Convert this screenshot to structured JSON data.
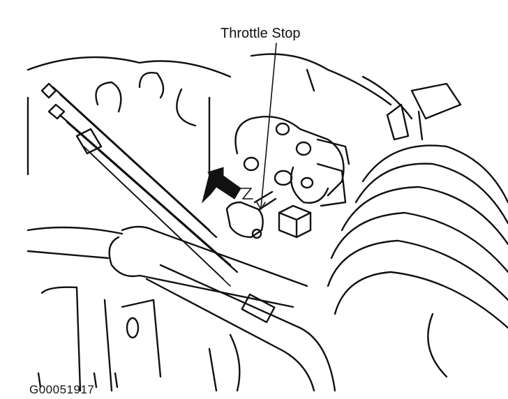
{
  "diagram": {
    "type": "technical line illustration",
    "subject": "engine throttle body area",
    "callouts": [
      {
        "label": "Throttle Stop",
        "points_to": "throttle stop screw"
      }
    ],
    "arrow": {
      "style": "solid black block arrow",
      "points_to": "throttle stop screw"
    },
    "figure_code": "G00051917"
  },
  "colors": {
    "line": "#111111",
    "background": "#ffffff"
  }
}
